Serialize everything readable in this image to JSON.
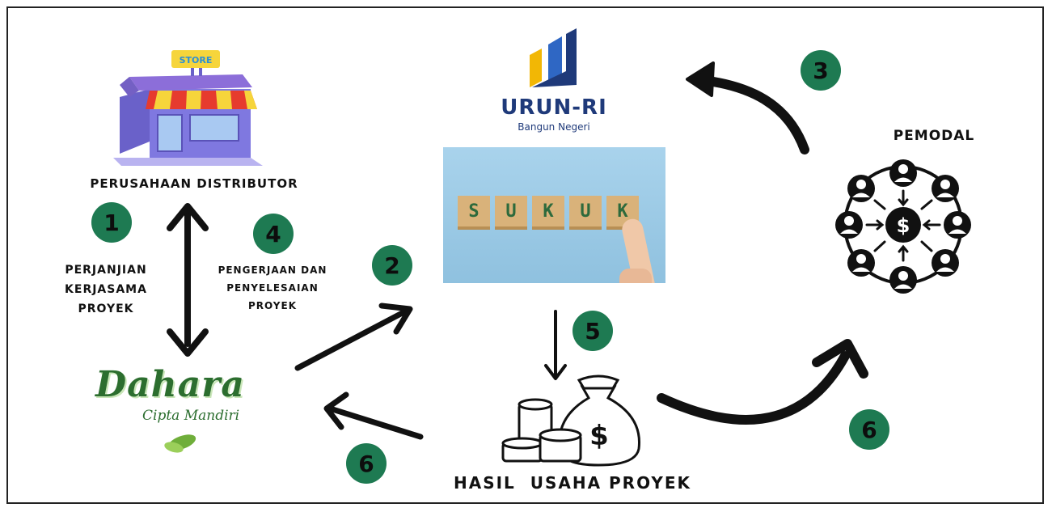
{
  "company": {
    "name": "PERUSAHAAN DISTRIBUTOR",
    "store_sign": "STORE"
  },
  "platform": {
    "name": "URUN-RI",
    "tagline": "Bangun Negeri"
  },
  "sukuk_letters": [
    "S",
    "U",
    "K",
    "U",
    "K"
  ],
  "investor": {
    "label": "PEMODAL",
    "center_symbol": "$"
  },
  "issuer": {
    "name_line1": "Dahara",
    "name_line2": "Cipta Mandiri"
  },
  "result": {
    "label": "HASIL  USAHA PROYEK",
    "bag_symbol": "$"
  },
  "steps": {
    "s1": "1",
    "s2": "2",
    "s3": "3",
    "s4": "4",
    "s5": "5",
    "s6_left": "6",
    "s6_right": "6"
  },
  "step_text": {
    "agreement": [
      "PERJANJIAN",
      "KERJASAMA",
      "PROYEK"
    ],
    "work": [
      "PENGERJAAN DAN",
      "PENYELESAIAN",
      "PROYEK"
    ]
  },
  "colors": {
    "badge": "#1e7a52",
    "platform_navy": "#1f3a7a",
    "platform_gold": "#f2b705",
    "platform_blue": "#2f67c4",
    "dahara_green": "#2c6e2f",
    "arrow": "#111111",
    "sukuk_bg": "#9cc9e4",
    "block": "#d9b27a",
    "letter": "#2d6a3c",
    "store_roof_purple": "#8c6ed9",
    "store_body": "#7f78e0",
    "store_sign_yellow": "#f6d53b"
  },
  "icons": [
    "store-icon",
    "urun-ri-logo",
    "sukuk-photo",
    "investor-network-icon",
    "dahara-logo",
    "money-bag-icon",
    "coin-stack-icon"
  ]
}
